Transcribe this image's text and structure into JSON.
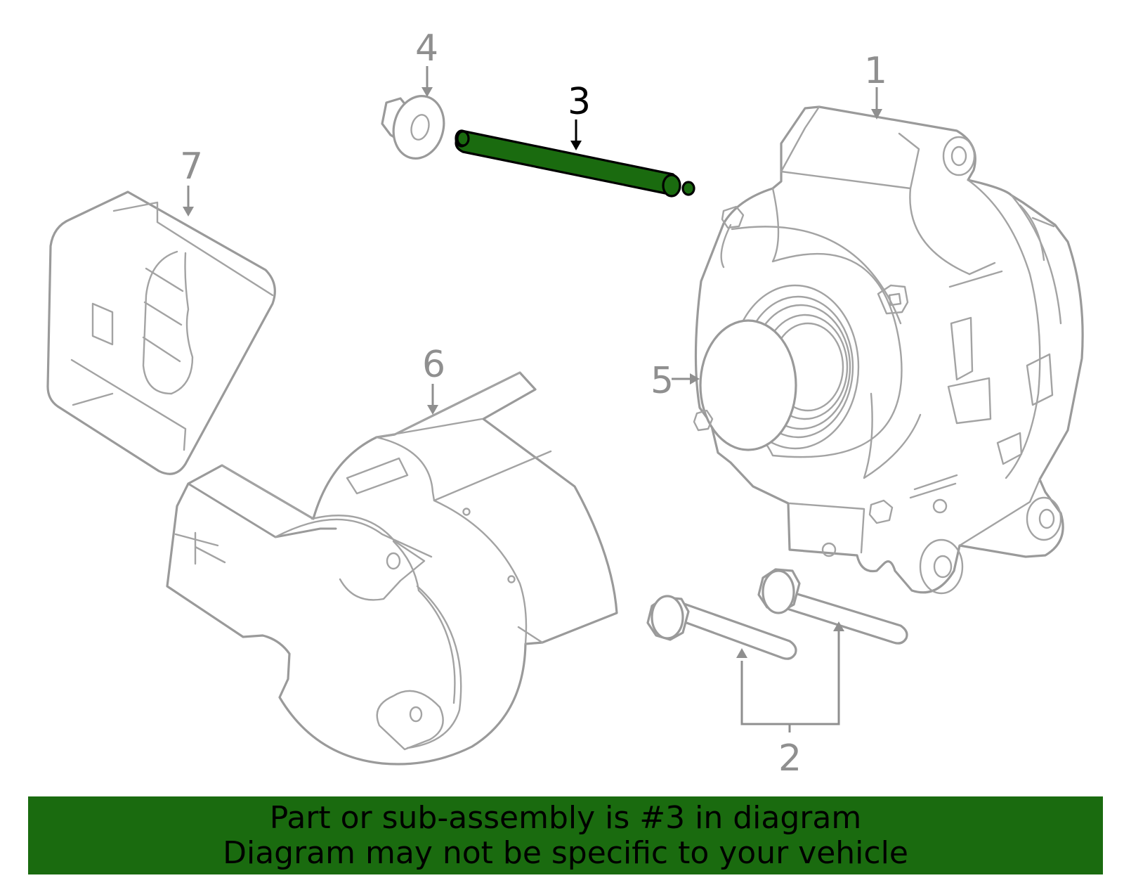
{
  "callouts": {
    "c1": "1",
    "c2": "2",
    "c3": "3",
    "c4": "4",
    "c5": "5",
    "c6": "6",
    "c7": "7"
  },
  "highlighted_part": "3",
  "colors": {
    "highlight": "#1a6b0f",
    "outline": "#9a9a9a",
    "banner_bg": "#1a6b0f",
    "banner_text": "#000000"
  },
  "banner": {
    "line1": "Part or sub-assembly is #3 in diagram",
    "line2": "Diagram may not be specific to your vehicle"
  }
}
